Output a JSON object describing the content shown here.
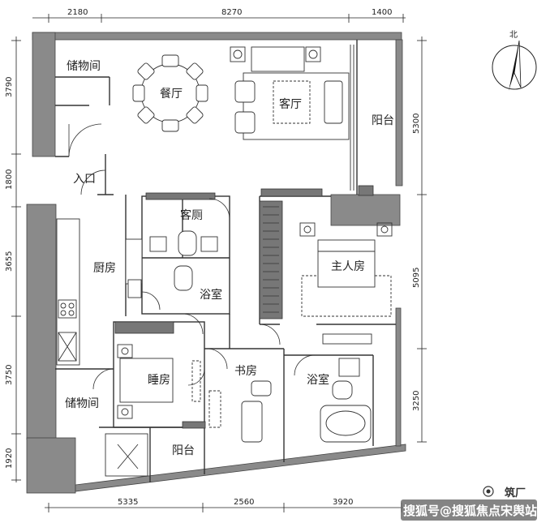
{
  "rooms": {
    "storage_top": "储物间",
    "dining": "餐厅",
    "living": "客厅",
    "balcony_east": "阳台",
    "entrance": "入口",
    "guest_wc": "客厕",
    "kitchen": "厨房",
    "master": "主人房",
    "bath_center": "浴室",
    "bedroom": "睡房",
    "study": "书房",
    "bath_master": "浴室",
    "storage_bottom": "储物间",
    "balcony_south": "阳台"
  },
  "dimensions": {
    "top": [
      "2180",
      "8270",
      "1400"
    ],
    "bottom": [
      "5335",
      "2560",
      "3920"
    ],
    "left": [
      "3790",
      "1800",
      "3655",
      "3750",
      "1920"
    ],
    "right": [
      "5300",
      "5095",
      "3250"
    ]
  },
  "north_label": "北",
  "watermark": {
    "text": "搜狐号@搜狐焦点宋舆站",
    "brand": "筑厂"
  },
  "colors": {
    "wall": "#555555",
    "wall_fill": "#8a8a8a",
    "line": "#222222"
  },
  "icons": [
    "north-arrow-icon",
    "camera-icon"
  ]
}
